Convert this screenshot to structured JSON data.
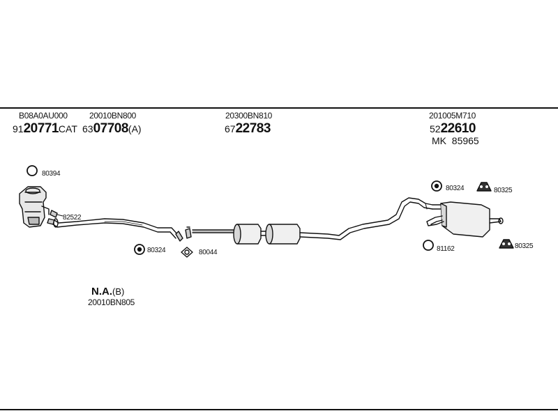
{
  "header_parts": [
    {
      "code": "B08A0AU000",
      "prefix": "91",
      "bold": "20771",
      "suffix": "CAT"
    },
    {
      "code": "20010BN800",
      "prefix": "63",
      "bold": "07708",
      "suffix": "(A)"
    },
    {
      "code": "20300BN810",
      "prefix": "67",
      "bold": "22783",
      "suffix": ""
    },
    {
      "code": "201005M710",
      "prefix": "52",
      "bold": "22610",
      "suffix": ""
    }
  ],
  "mk_label": "MK",
  "mk_number": "85965",
  "callouts": {
    "c80394": "80394",
    "c82522": "82522",
    "c80324_left": "80324",
    "c80044": "80044",
    "c80324_right": "80324",
    "c80325_top": "80325",
    "c81162": "81162",
    "c80325_bottom": "80325"
  },
  "na_label": "N.A.",
  "na_suffix": "(B)",
  "na_code": "20010BN805"
}
